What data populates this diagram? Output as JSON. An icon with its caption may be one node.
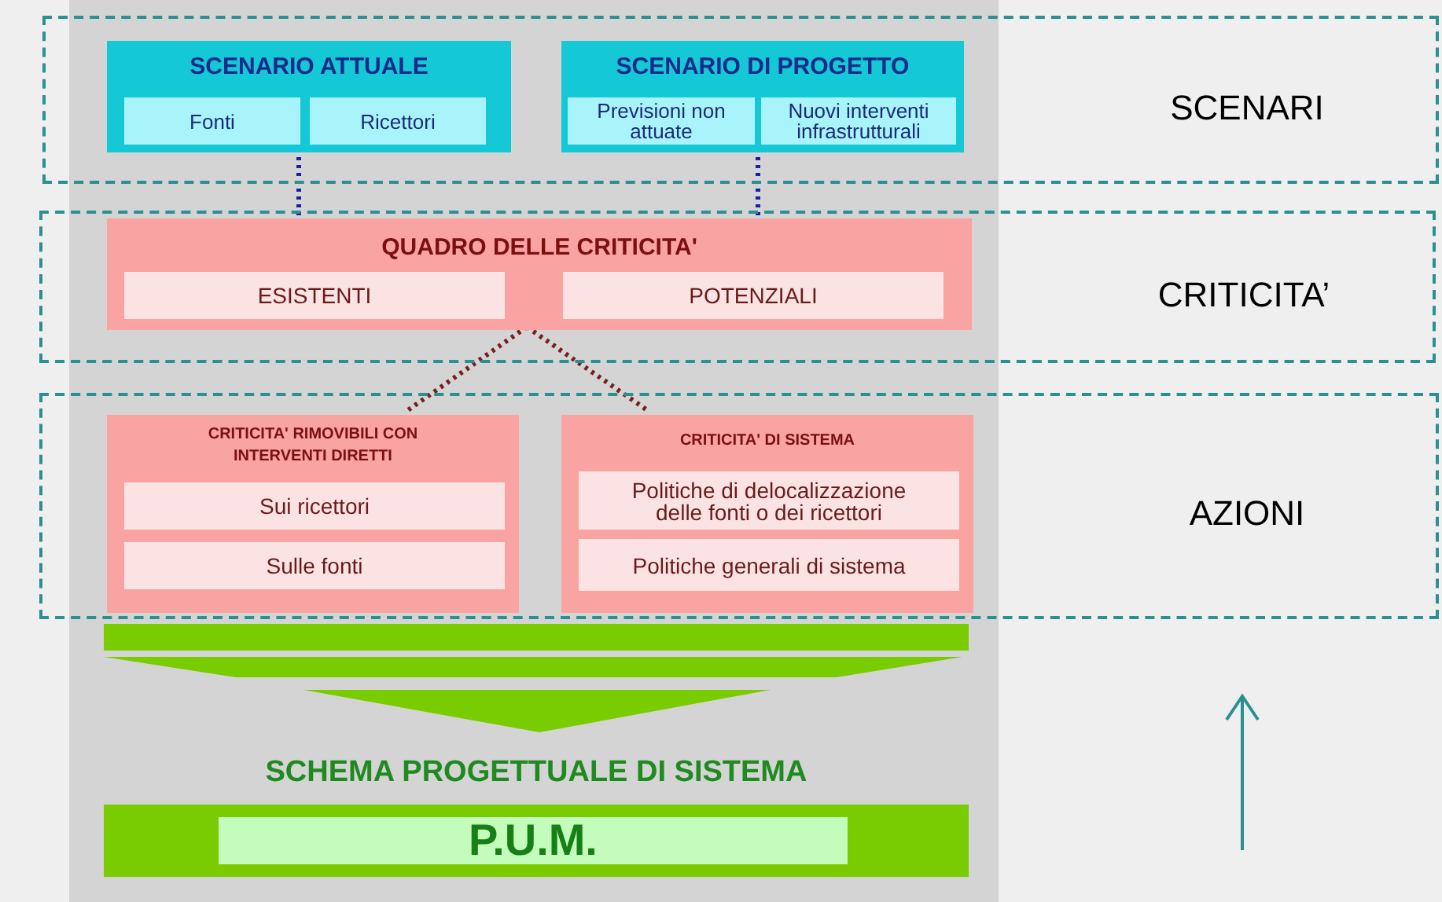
{
  "diagram": {
    "nodes": [
      {
        "text": [
          "SCENARI"
        ]
      },
      {
        "text": [
          "SCENARIO ATTUALE"
        ],
        "in": 0
      },
      {
        "text": [
          "Fonti"
        ],
        "in": 1
      },
      {
        "text": [
          "Ricettori"
        ],
        "in": 1
      },
      {
        "text": [
          "SCENARIO DI PROGETTO"
        ],
        "in": 0
      },
      {
        "text": [
          "Previsioni non attuate"
        ],
        "in": 4
      },
      {
        "text": [
          "Nuovi interventi infrastrutturali"
        ],
        "in": 4
      },
      {
        "text": [
          "CRITICITA’"
        ]
      },
      {
        "text": [
          "QUADRO DELLE CRITICITA'"
        ],
        "in": 7
      },
      {
        "text": [
          "ESISTENTI"
        ],
        "in": 8
      },
      {
        "text": [
          "POTENZIALI"
        ],
        "in": 8
      },
      {
        "text": [
          "AZIONI"
        ]
      },
      {
        "text": [
          "CRITICITA' RIMOVIBILI CON INTERVENTI DIRETTI"
        ],
        "in": 11
      },
      {
        "text": [
          "Sui ricettori"
        ],
        "in": 12
      },
      {
        "text": [
          "Sulle fonti"
        ],
        "in": 12
      },
      {
        "text": [
          "CRITICITA' DI SISTEMA"
        ],
        "in": 11
      },
      {
        "text": [
          "Politiche di delocalizzazione delle fonti o dei ricettori"
        ],
        "in": 15
      },
      {
        "text": [
          "Politiche generali di sistema"
        ],
        "in": 15
      },
      {
        "text": [
          "SCHEMA PROGETTUALE DI SISTEMA"
        ]
      },
      {
        "text": [
          "P.U.M."
        ],
        "in": 18
      }
    ],
    "edges": [
      {
        "from": 1,
        "to": 8,
        "arrow": "none",
        "style": "dashed",
        "color": "#1c1caa"
      },
      {
        "from": 4,
        "to": 8,
        "arrow": "none",
        "style": "dashed",
        "color": "#1c1caa"
      },
      {
        "from": 8,
        "to": 12,
        "arrow": "none",
        "style": "dashed",
        "color": "#7a1f1f"
      },
      {
        "from": 8,
        "to": 15,
        "arrow": "none",
        "style": "dashed",
        "color": "#7a1f1f"
      }
    ]
  }
}
